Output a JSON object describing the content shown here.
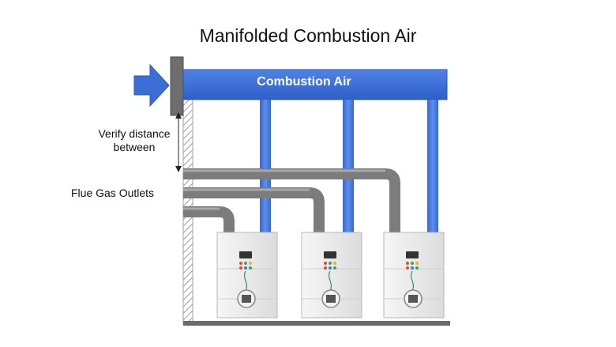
{
  "title": "Manifolded Combustion Air",
  "duct_label": "Combustion Air",
  "verify_label_line1": "Verify distance",
  "verify_label_line2": "between",
  "flue_label": "Flue Gas Outlets",
  "colors": {
    "air_blue": "#3b6fd6",
    "flue_gray": "#8a8a8a",
    "unit_body": "#e9e9e9",
    "wall": "#9a9aa8",
    "floor": "#6b6b6b"
  }
}
